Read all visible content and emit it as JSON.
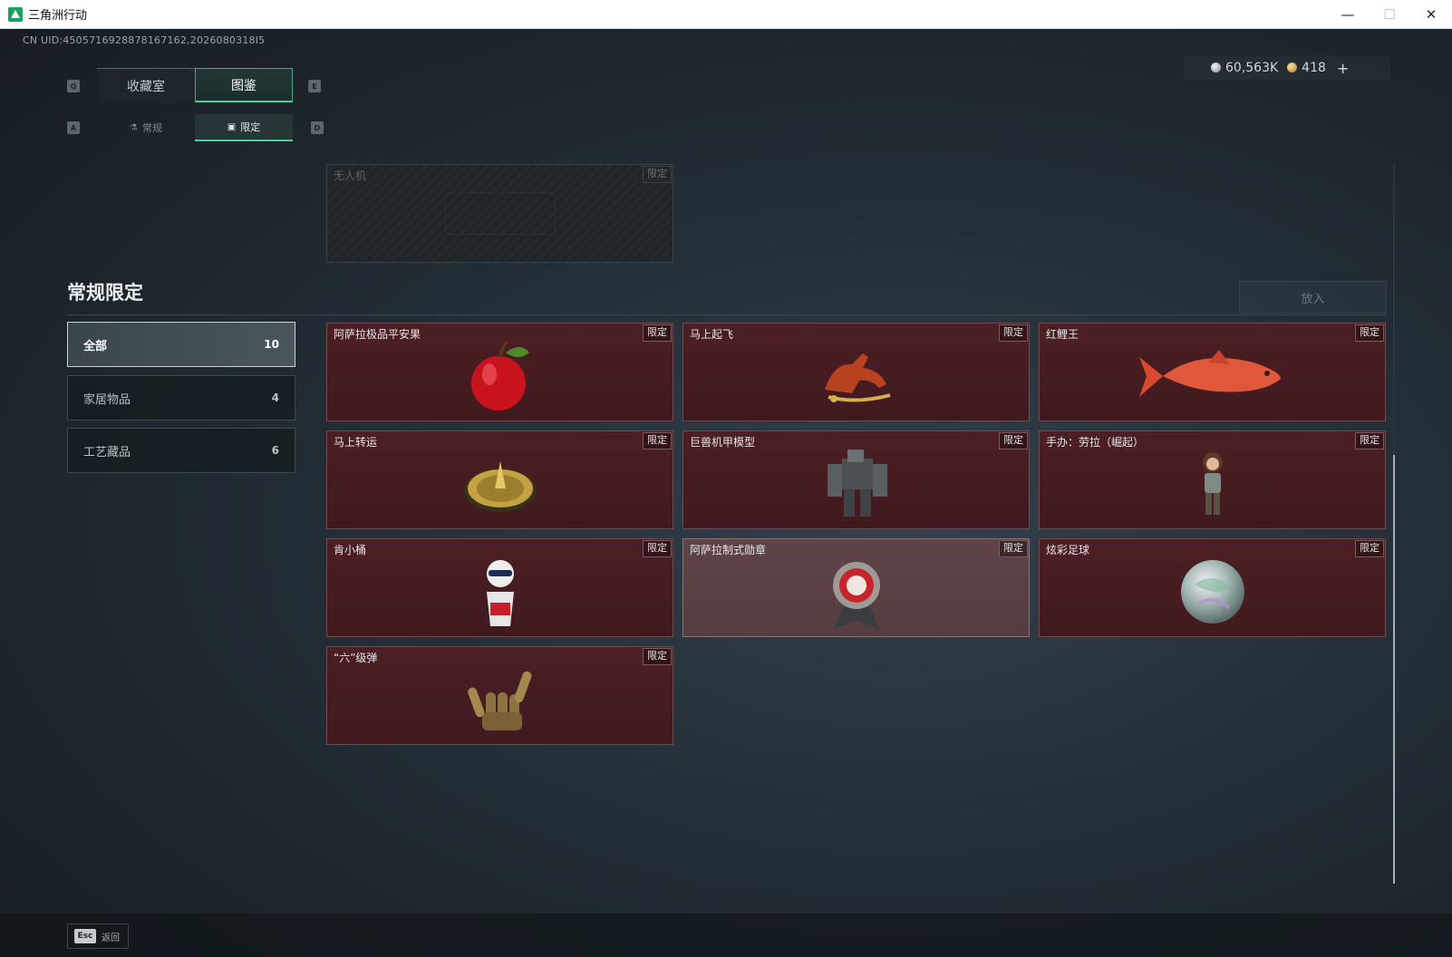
{
  "window": {
    "title": "三角洲行动",
    "controls": [
      "—",
      "☐",
      "✕"
    ]
  },
  "header": {
    "uid": "CN UID:4505716928878167162,2026080318I5"
  },
  "currency": {
    "silver": "60,563K",
    "gold": "418",
    "add": "+"
  },
  "keys": {
    "tab_prev": "Q",
    "tab_next": "E",
    "sub_prev": "A",
    "sub_next": "D",
    "esc": "Esc"
  },
  "tabs": [
    {
      "label": "收藏室",
      "active": false
    },
    {
      "label": "图鉴",
      "active": true
    }
  ],
  "subtabs": [
    {
      "label": "常规",
      "icon": "flask-icon",
      "active": false
    },
    {
      "label": "限定",
      "icon": "image-icon",
      "active": true
    }
  ],
  "drone_card": {
    "name": "无人机",
    "tag": "限定"
  },
  "section": {
    "title": "常规限定",
    "place_button": "放入"
  },
  "categories": [
    {
      "label": "全部",
      "count": "10",
      "active": true
    },
    {
      "label": "家居物品",
      "count": "4",
      "active": false
    },
    {
      "label": "工艺藏品",
      "count": "6",
      "active": false
    }
  ],
  "items": [
    {
      "name": "阿萨拉极品平安果",
      "tag": "限定",
      "icon": "apple-icon"
    },
    {
      "name": "马上起飞",
      "tag": "限定",
      "icon": "horse-icon"
    },
    {
      "name": "红鲤王",
      "tag": "限定",
      "icon": "koi-fish-icon"
    },
    {
      "name": "马上转运",
      "tag": "限定",
      "icon": "compass-disc-icon"
    },
    {
      "name": "巨兽机甲模型",
      "tag": "限定",
      "icon": "mecha-icon"
    },
    {
      "name": "手办：劳拉（崛起）",
      "tag": "限定",
      "icon": "figure-icon"
    },
    {
      "name": "肯小桶",
      "tag": "限定",
      "icon": "bucket-mascot-icon"
    },
    {
      "name": "阿萨拉制式勋章",
      "tag": "限定",
      "icon": "medal-icon"
    },
    {
      "name": "炫彩足球",
      "tag": "限定",
      "icon": "soccer-ball-icon"
    },
    {
      "name": "“六”级弹",
      "tag": "限定",
      "icon": "hand-sign-icon"
    }
  ],
  "footer": {
    "back_label": "返回"
  },
  "colors": {
    "accent": "#4ad19d",
    "card_bg": "#4c1f24",
    "card_border": "#6d4a50"
  }
}
